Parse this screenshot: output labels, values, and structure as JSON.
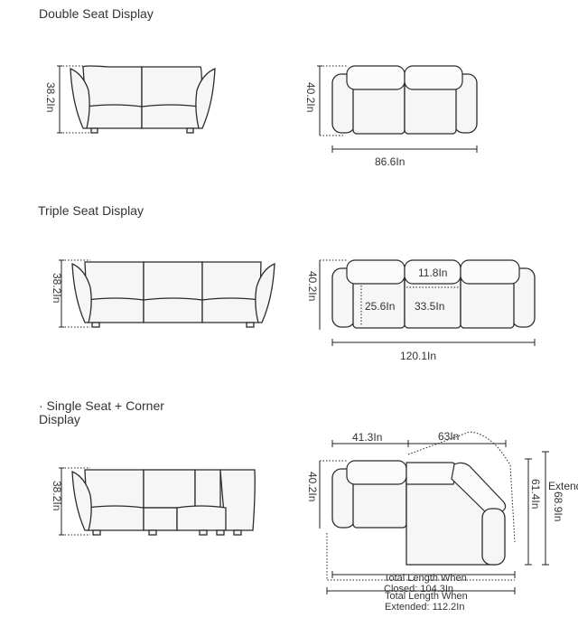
{
  "sections": {
    "double": {
      "title": "Double Seat Display",
      "front_height": "38.2In",
      "top_depth": "40.2In",
      "top_width": "86.6In"
    },
    "triple": {
      "title": "Triple Seat Display",
      "front_height": "38.2In",
      "top_depth": "40.2In",
      "top_width": "120.1In",
      "cushion_depth": "25.6In",
      "seat_width": "33.5In",
      "back_depth": "11.8In"
    },
    "corner": {
      "title_line1": "· Single Seat + Corner",
      "title_line2": "Display",
      "front_height": "38.2In",
      "top_depth": "40.2In",
      "left_width": "41.3In",
      "corner_width": "63In",
      "right_depth": "68.9In",
      "right_depth_inner": "61.4In",
      "extended_label": "Extend",
      "closed_line1": "Total Length When",
      "closed_line2": "Closed: 104.3In",
      "extended_line1": "Total Length When",
      "extended_line2": "Extended: 112.2In"
    }
  },
  "colors": {
    "line": "#2b2b2b",
    "fill": "#f6f6f6",
    "text": "#333333"
  }
}
